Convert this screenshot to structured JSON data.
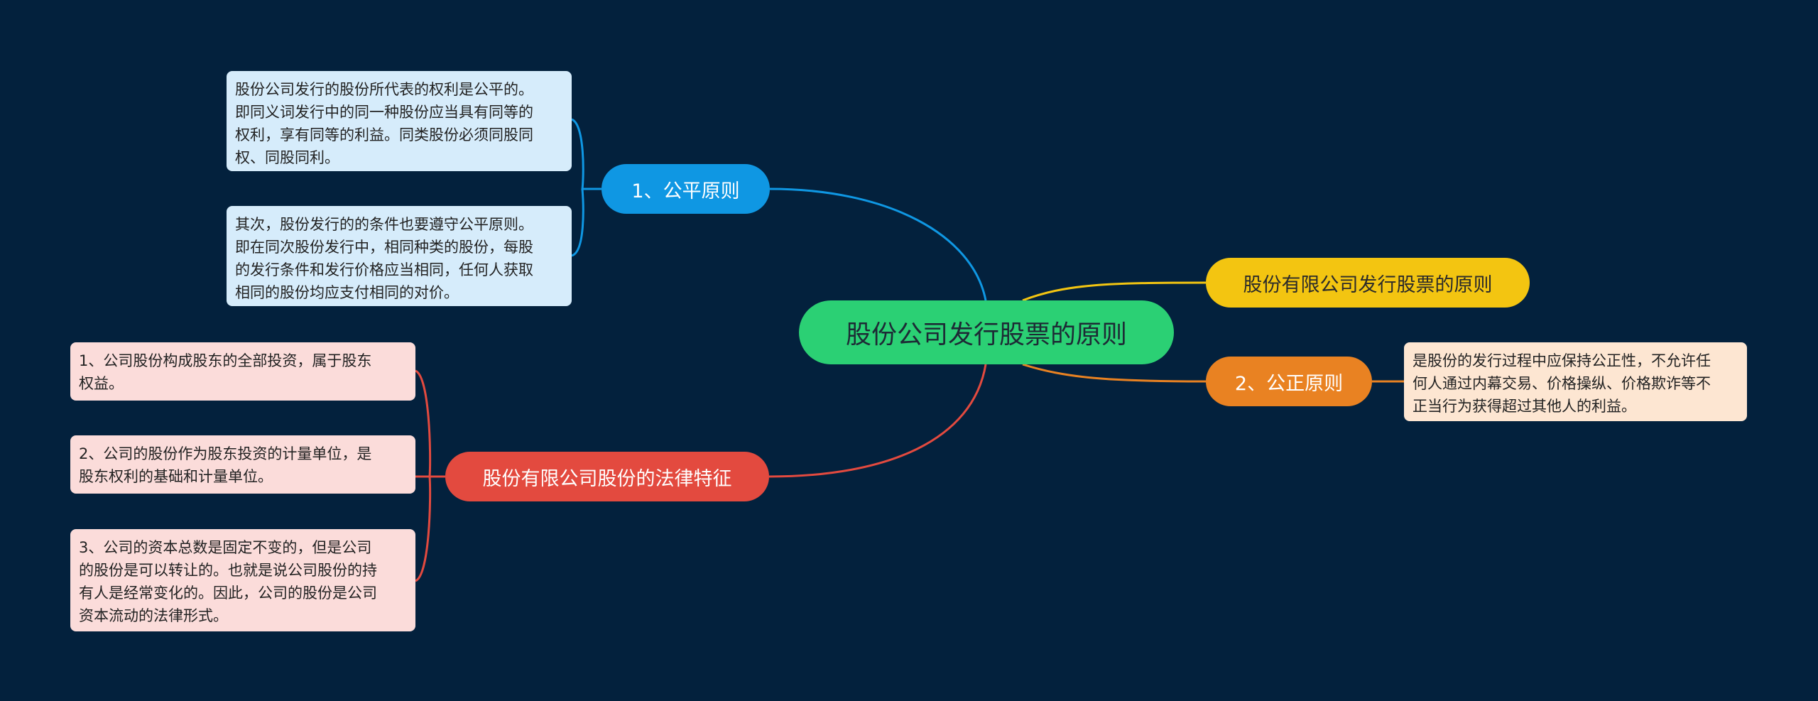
{
  "root": {
    "label": "股份公司发行股票的原则"
  },
  "branches": [
    {
      "label": "1、公平原则",
      "color": "#0f97e3",
      "leaves": [
        "股份公司发行的股份所代表的权利是公平的。\n即同义词发行中的同一种股份应当具有同等的\n权利，享有同等的利益。同类股份必须同股同\n权、同股同利。",
        "其次，股份发行的的条件也要遵守公平原则。\n即在同次股份发行中，相同种类的股份，每股\n的发行条件和发行价格应当相同，任何人获取\n相同的股份均应支付相同的对价。"
      ]
    },
    {
      "label": "股份有限公司股份的法律特征",
      "color": "#e34a3f",
      "leaves": [
        "1、公司股份构成股东的全部投资，属于股东\n权益。",
        "2、公司的股份作为股东投资的计量单位，是\n股东权利的基础和计量单位。",
        "3、公司的资本总数是固定不变的，但是公司\n的股份是可以转让的。也就是说公司股份的持\n有人是经常变化的。因此，公司的股份是公司\n资本流动的法律形式。"
      ]
    },
    {
      "label": "股份有限公司发行股票的原则",
      "color": "#f3c511",
      "leaves": []
    },
    {
      "label": "2、公正原则",
      "color": "#e98222",
      "leaves": [
        "是股份的发行过程中应保持公正性，不允许任\n何人通过内幕交易、价格操纵、价格欺诈等不\n正当行为获得超过其他人的利益。"
      ]
    }
  ]
}
